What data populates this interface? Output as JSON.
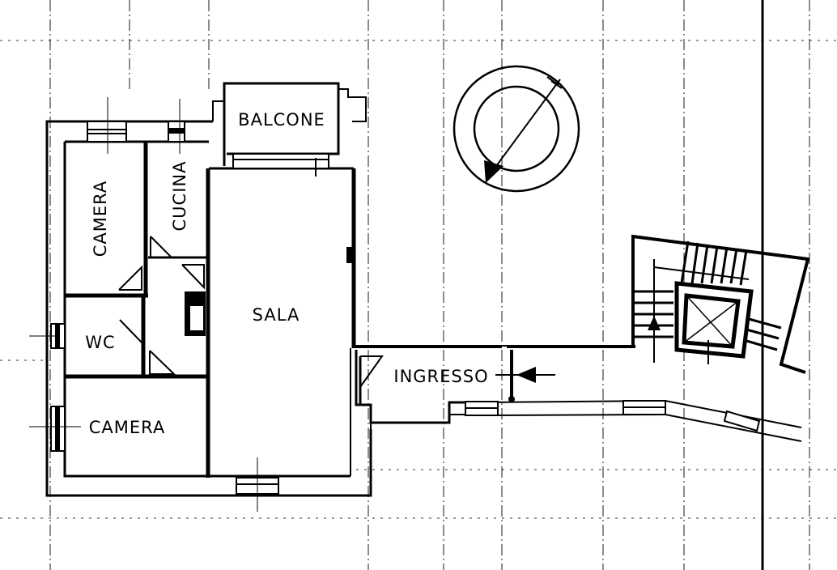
{
  "drawing": {
    "type": "floor plan",
    "rooms": [
      {
        "id": "balcone",
        "label": "BALCONE"
      },
      {
        "id": "camera-top",
        "label": "CAMERA"
      },
      {
        "id": "cucina",
        "label": "CUCINA"
      },
      {
        "id": "sala",
        "label": "SALA"
      },
      {
        "id": "wc",
        "label": "WC"
      },
      {
        "id": "camera-bottom",
        "label": "CAMERA"
      },
      {
        "id": "ingresso",
        "label": "INGRESSO"
      }
    ],
    "symbols": {
      "north_arrow": "north-arrow-icon",
      "entrance_arrow": "entrance-arrow-icon",
      "elevator": "elevator-icon",
      "stairs": "stairs-icon"
    },
    "colors": {
      "ink": "#000000",
      "paper": "#ffffff"
    }
  }
}
